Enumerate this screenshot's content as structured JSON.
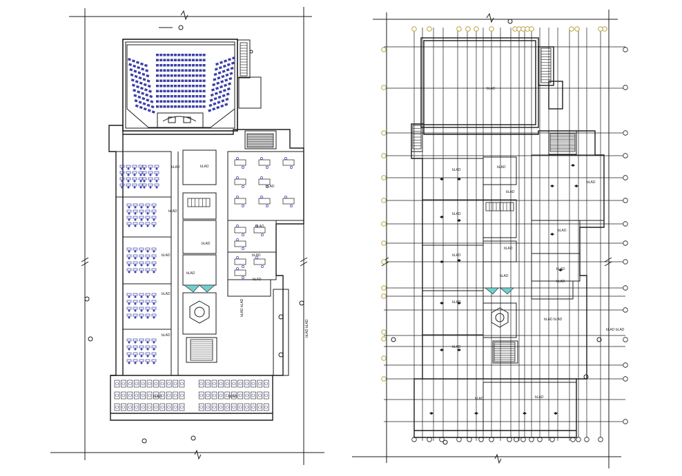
{
  "drawing": {
    "title": "",
    "colors": {
      "line": "#1a1a1a",
      "seat": "#3b3fa8",
      "glass": "#6fd0cf",
      "gridbubble": "#b8a23a",
      "background": "#ffffff"
    },
    "left_plan": {
      "room_labels": [
        "bLAD",
        "bLAD",
        "bLAD",
        "bLAD",
        "bLAD",
        "bLAD",
        "bLAD",
        "bLAD",
        "bLAD",
        "bLAD",
        "bLAD",
        "bLAD",
        "bLAD",
        "bLAD"
      ],
      "corridor_label": "bLAD bLAD"
    },
    "right_plan": {
      "room_labels": [
        "bLAD",
        "bLAD",
        "bLAD",
        "bLAD",
        "bLAD",
        "bLAD",
        "bLAD",
        "bLAD",
        "bLAD",
        "bLAD",
        "bLAD",
        "bLAD",
        "bLAD",
        "bLAD",
        "bLAD",
        "bLAD"
      ],
      "corridor_label": "bLAD bLAD"
    }
  }
}
